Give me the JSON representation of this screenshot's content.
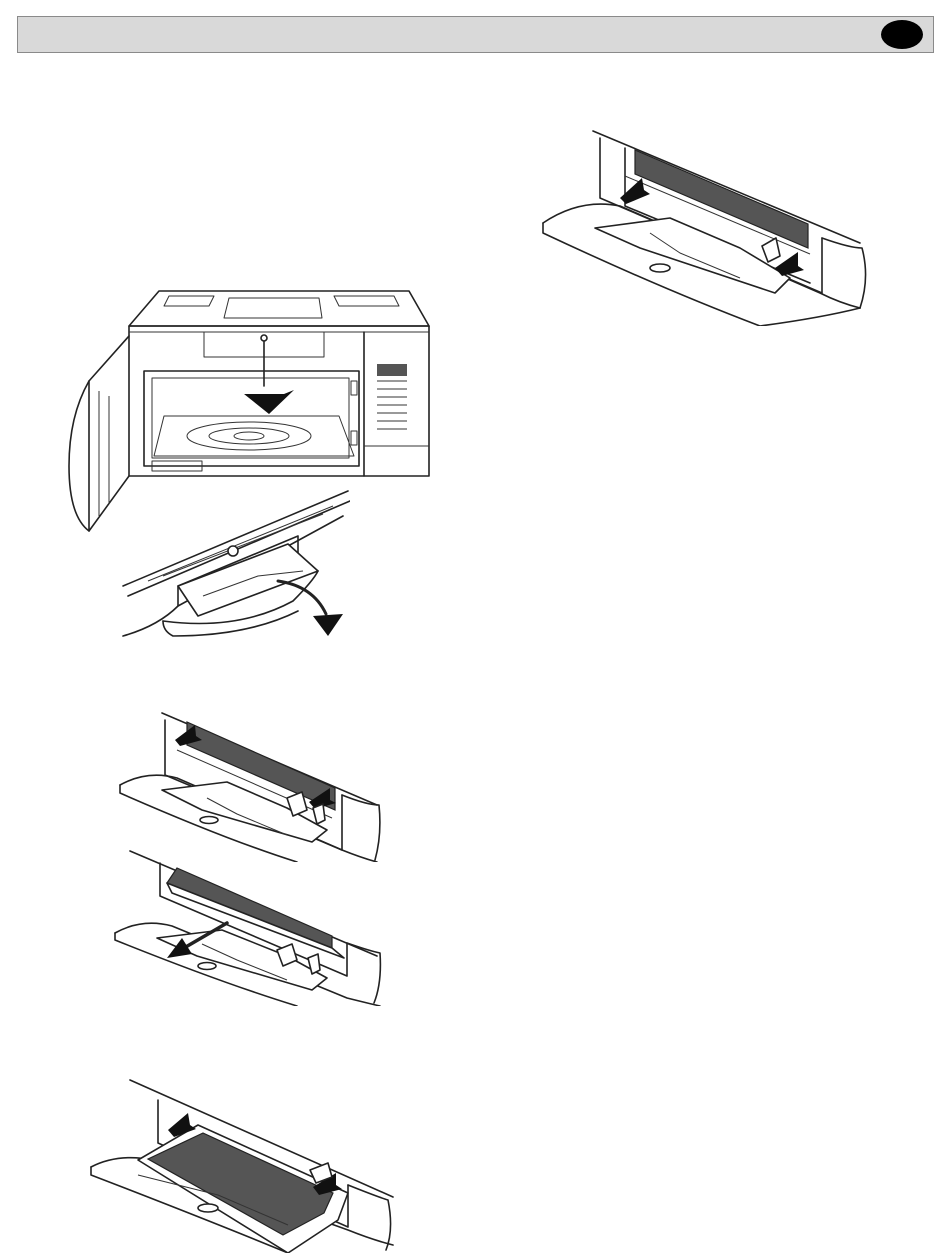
{
  "header": {
    "bar_color": "#d9d9d9",
    "badge_color": "#000000"
  },
  "illustrations": [
    {
      "id": "microwave-door-open",
      "icon": "microwave-icon"
    },
    {
      "id": "filter-cover-swing-down",
      "icon": "curved-arrow-icon"
    },
    {
      "id": "filter-push-up",
      "icon": "up-arrow-icon"
    },
    {
      "id": "filter-pull-out",
      "icon": "down-arrow-icon"
    },
    {
      "id": "filter-insert-new",
      "icon": "up-arrow-icon"
    },
    {
      "id": "filter-reinstall",
      "icon": "up-arrow-icon"
    }
  ]
}
